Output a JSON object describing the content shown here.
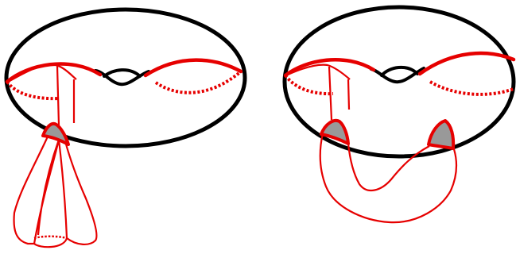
{
  "figure": {
    "panels": [
      {
        "id": "left",
        "surface": "torus"
      },
      {
        "id": "right",
        "surface": "torus"
      }
    ],
    "colors": {
      "surface_outline": "#000000",
      "curve": "#e60000",
      "cap_fill": "#999999",
      "background": "#ffffff"
    }
  }
}
